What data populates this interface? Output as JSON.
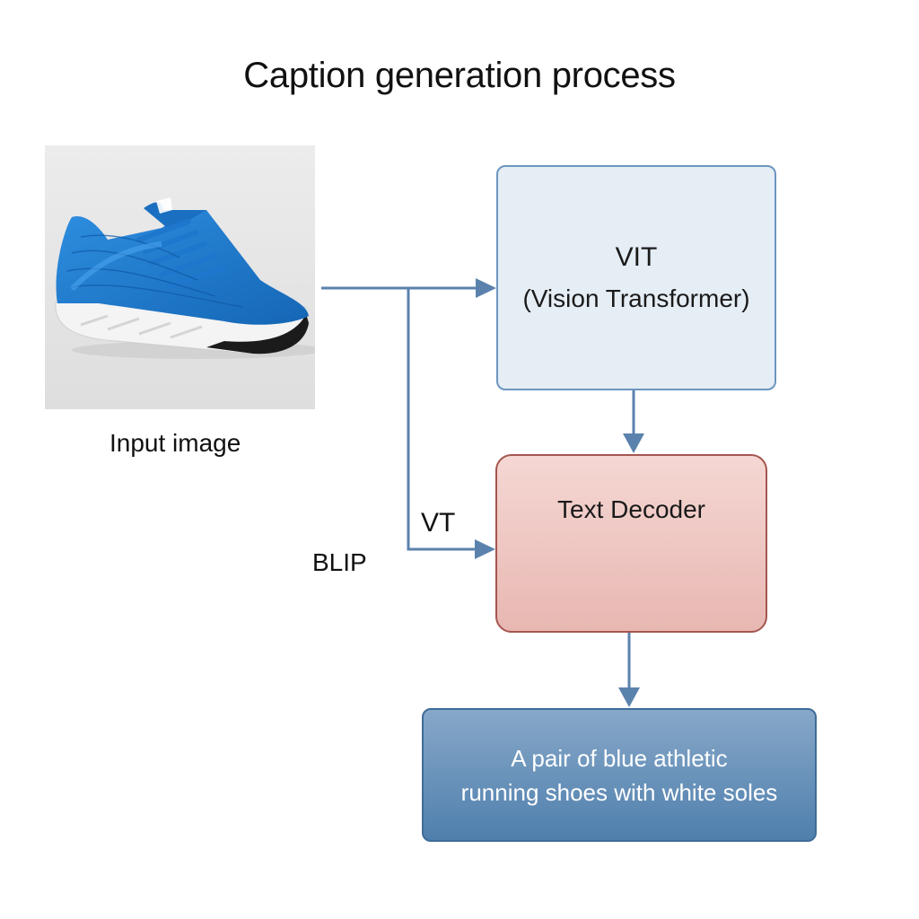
{
  "title": "Caption generation process",
  "input": {
    "label": "Input image",
    "image": "blue-athletic-running-shoe"
  },
  "vit_box": {
    "line1": "VIT",
    "line2": "(Vision Transformer)"
  },
  "decoder_box": {
    "label": "Text Decoder"
  },
  "output_box": {
    "line1": "A pair of blue athletic",
    "line2": "running shoes with white soles"
  },
  "labels": {
    "vt": "VT",
    "blip": "BLIP"
  },
  "colors": {
    "arrow": "#5b82ad",
    "vit_fill": "#e5edf5",
    "decoder_fill": "#eec4bf",
    "output_fill": "#5f8bb5",
    "shoe": "#1f7fd0"
  }
}
